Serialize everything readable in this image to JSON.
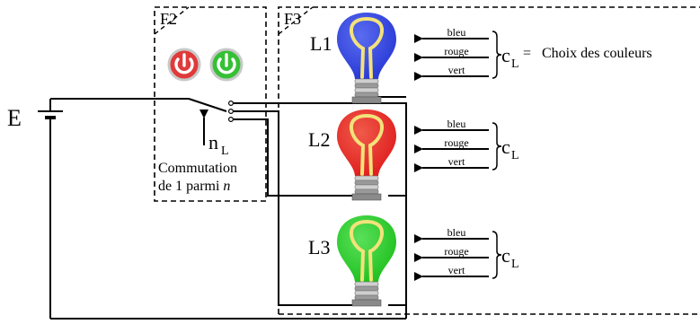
{
  "frames": {
    "f2": "F2",
    "f3": "F3"
  },
  "source": {
    "label": "E"
  },
  "switch": {
    "input_label": "n",
    "input_sub": "L",
    "caption_line1": "Commutation",
    "caption_line2_prefix": "de 1 parmi ",
    "caption_line2_var": "n"
  },
  "buttons": [
    {
      "name": "red-power-button",
      "color": "#e03a3a",
      "icon": "power-icon"
    },
    {
      "name": "green-power-button",
      "color": "#35c035",
      "icon": "power-icon"
    }
  ],
  "lamps": [
    {
      "label": "L1",
      "color": "#2a3bd6",
      "color_light": "#5a6cf0"
    },
    {
      "label": "L2",
      "color": "#e02020",
      "color_light": "#f05a4a"
    },
    {
      "label": "L3",
      "color": "#22c222",
      "color_light": "#5ae05a"
    }
  ],
  "inputs": {
    "blue": "bleu",
    "red": "rouge",
    "green": "vert"
  },
  "control": {
    "symbol": "c",
    "sub": "L",
    "legend_text": "Choix des couleurs",
    "equals": "="
  }
}
